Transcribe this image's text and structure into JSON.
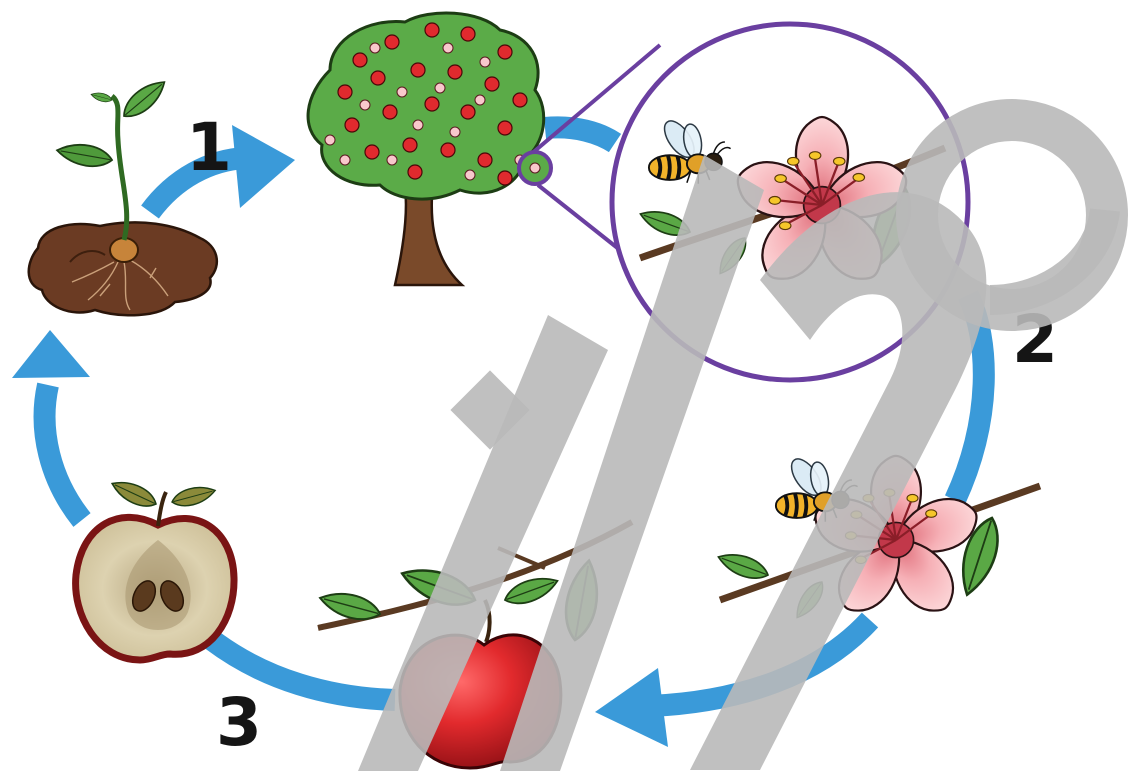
{
  "diagram": {
    "steps": [
      {
        "number": "1",
        "stage": "seedling-to-tree"
      },
      {
        "number": "2",
        "stage": "flower-pollination"
      },
      {
        "number": "3",
        "stage": "fruit-and-seeds"
      }
    ]
  },
  "colors": {
    "arrow": "#3a9ad9",
    "zoom_circle": "#6a3fa0",
    "watermark": "#b9b9b9",
    "leaf": "#5aa845",
    "blossom": "#f3a6ac",
    "apple": "#d9262b",
    "soil": "#6b3b23",
    "trunk": "#7a4a2a"
  },
  "icons": [
    "seedling-icon",
    "apple-tree-icon",
    "zoom-circle-icon",
    "bee-icon",
    "blossom-icon",
    "apple-branch-icon",
    "apple-half-icon",
    "watermark-logo"
  ]
}
